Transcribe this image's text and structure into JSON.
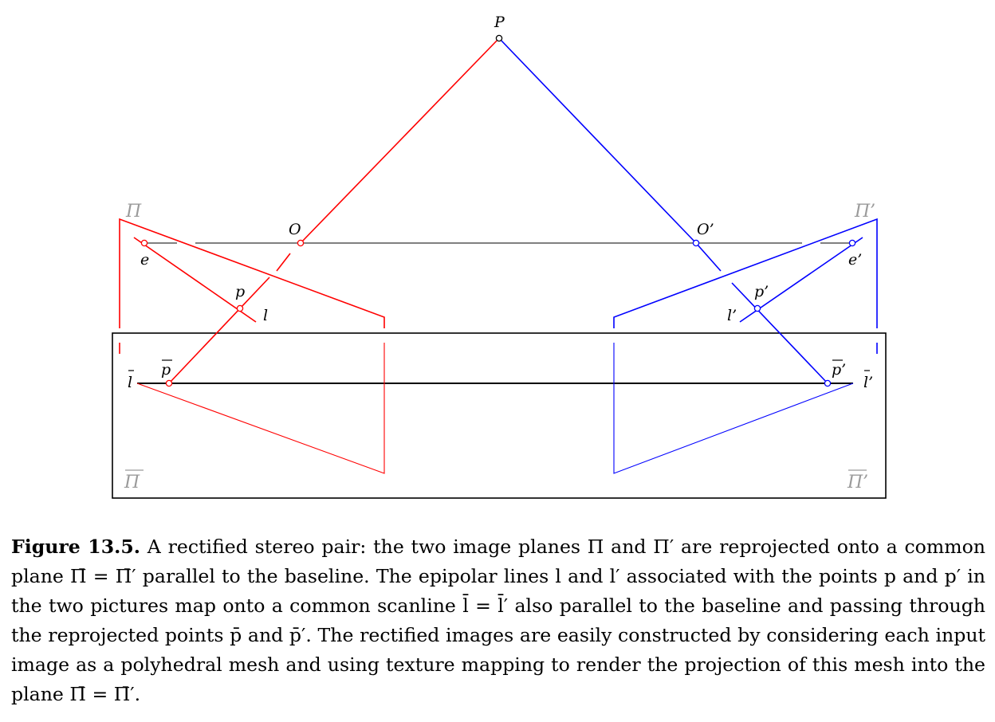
{
  "figure": {
    "labels": {
      "P": "P",
      "O": "O",
      "O_prime": "O’",
      "e": "e",
      "e_prime": "e’",
      "p": "p",
      "p_prime": "p’",
      "l": "l",
      "l_prime": "l’",
      "p_bar": "p",
      "p_bar_prime": "p’",
      "l_bar": "l",
      "l_bar_prime": "l’",
      "Pi": "Π",
      "Pi_prime": "Π’",
      "Pi_bar": "Π",
      "Pi_bar_prime": "Π’"
    },
    "colors": {
      "left": "#ff0000",
      "right": "#0000ff",
      "baseline": "#000000",
      "plane_label": "#9a9a9a"
    }
  },
  "caption": {
    "label": "Figure 13.5.",
    "text": "A rectified stereo pair: the two image planes Π and Π′ are reprojected onto a common plane Π̄ = Π̄′ parallel to the baseline. The epipolar lines l and l′ associated with the points p and p′ in the two pictures map onto a common scanline l̄ = l̄′ also parallel to the baseline and passing through the reprojected points p̄ and p̄′. The rectified images are easily constructed by considering each input image as a polyhedral mesh and using texture mapping to render the projection of this mesh into the plane Π̄ = Π̄′."
  }
}
